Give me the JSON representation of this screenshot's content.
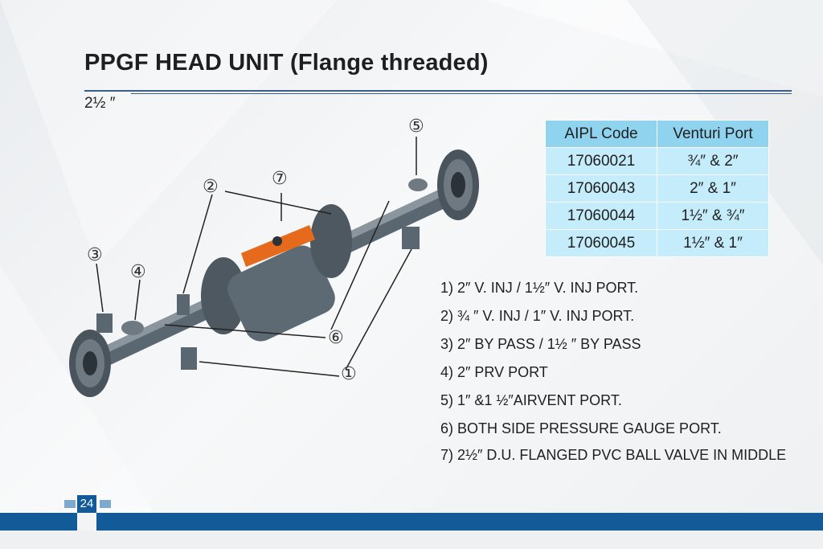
{
  "title": "PPGF HEAD UNIT (Flange threaded)",
  "size_label": "2½ ″",
  "table": {
    "headers": [
      "AIPL Code",
      "Venturi Port"
    ],
    "rows": [
      [
        "17060021",
        "¾″ & 2″"
      ],
      [
        "17060043",
        "2″ & 1″"
      ],
      [
        "17060044",
        "1½″ & ¾″"
      ],
      [
        "17060045",
        "1½″ & 1″"
      ]
    ]
  },
  "ports": [
    "1)  2″ V. INJ / 1½″ V. INJ PORT.",
    "2)  ¾ ″ V. INJ / 1″ V. INJ PORT.",
    "3)  2″ BY PASS / 1½ ″ BY PASS",
    "4)  2″ PRV PORT",
    "5)  1″ &1 ½″AIRVENT PORT.",
    "6)  BOTH SIDE PRESSURE GAUGE PORT.",
    "7) 2½″ D.U. FLANGED PVC BALL VALVE IN MIDDLE"
  ],
  "callouts": {
    "c1": "①",
    "c2": "②",
    "c3": "③",
    "c4": "④",
    "c5": "⑤",
    "c6": "⑥",
    "c7": "⑦"
  },
  "page_number": "24",
  "colors": {
    "brand_blue": "#135a98",
    "table_header": "#8fd3ee",
    "table_cell": "#c5ecfa",
    "valve_handle": "#e66a1c"
  }
}
